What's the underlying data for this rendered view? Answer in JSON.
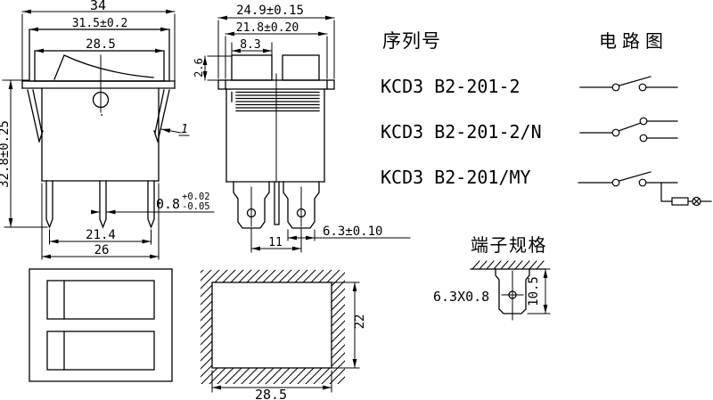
{
  "front_view": {
    "dim_overall_width": "34",
    "dim_bezel_width": "31.5±0.2",
    "dim_opening_width": "28.5",
    "dim_height": "32.8±0.25",
    "detail_label": "1",
    "dim_terminal_thickness": "0.8",
    "tol_plus": "+0.02",
    "tol_minus": "-0.05",
    "dim_terminal_span": "21.4",
    "dim_body_width": "26"
  },
  "side_view": {
    "dim_overall_depth": "24.9±0.15",
    "dim_body_depth": "21.8±0.20",
    "dim_rocker_depth": "8.3",
    "dim_flange_height": "2.6",
    "dim_terminal_pitch": "11",
    "dim_terminal_width": "6.3±0.10"
  },
  "series": {
    "title": "序列号",
    "models": [
      "KCD3 B2-201-2",
      "KCD3 B2-201-2/N",
      "KCD3 B2-201/MY"
    ]
  },
  "circuits": {
    "title": "电路图"
  },
  "terminal_spec": {
    "title": "端子规格",
    "dim_blade": "6.3X0.8",
    "dim_length": "10.5"
  },
  "panel_cutout": {
    "dim_height": "22",
    "dim_width": "28.5"
  }
}
